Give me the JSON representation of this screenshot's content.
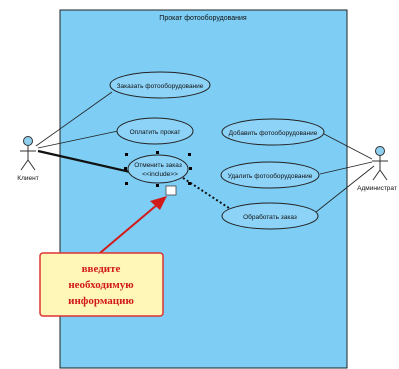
{
  "system": {
    "title": "Прокат фотооборудования"
  },
  "actors": {
    "client": "Клиент",
    "admin": "Администрат"
  },
  "use_cases": {
    "order": "Заказать фотооборудование",
    "pay": "Оплатить прокат",
    "cancel_line1": "Отменить заказ",
    "cancel_line2": "<<include>>",
    "add": "Добавить фотооборудование",
    "delete": "Удалить фотооборудование",
    "process": "Обработать заказ"
  },
  "callout": {
    "line1": "введите",
    "line2": "необходимую",
    "line3": "информацию"
  },
  "colors": {
    "boundary_fill": "#7dcdf4",
    "use_case_fill": "#8dd3f8",
    "callout_fill": "#fff7b8",
    "callout_text": "#d21a1a"
  }
}
